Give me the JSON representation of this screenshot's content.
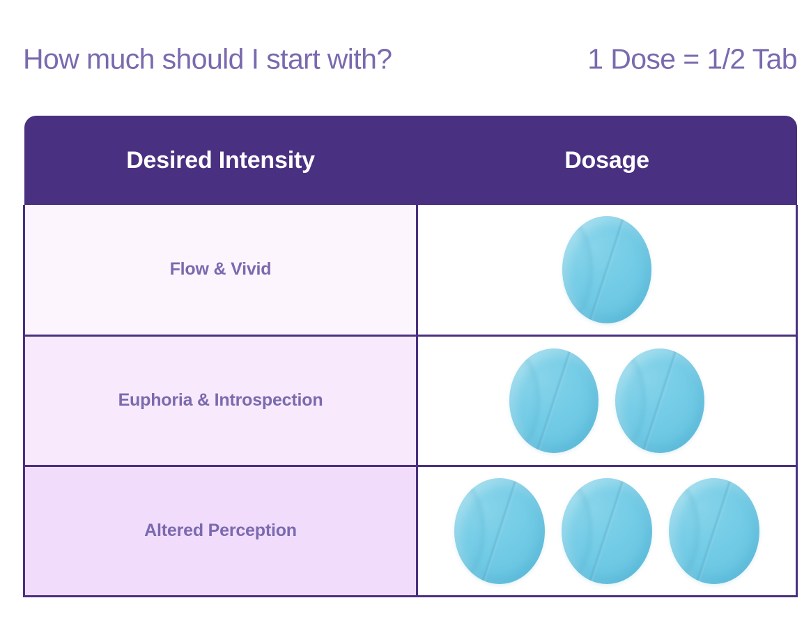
{
  "header": {
    "title": "How much should I start with?",
    "dose_note": "1 Dose = 1/2 Tab"
  },
  "table": {
    "columns": [
      {
        "key": "intensity",
        "label": "Desired Intensity"
      },
      {
        "key": "dosage",
        "label": "Dosage"
      }
    ],
    "rows": [
      {
        "intensity": "Flow & Vivid",
        "dose_count": 1
      },
      {
        "intensity": "Euphoria & Introspection",
        "dose_count": 2
      },
      {
        "intensity": "Altered Perception",
        "dose_count": 3
      }
    ]
  },
  "colors": {
    "header_purple": "#4a3080",
    "text_purple": "#7a6aae",
    "row_1_bg": "#fdf5fd",
    "row_2_bg": "#f8e9fc",
    "row_3_bg": "#f2dcfb",
    "pill_blue": "#74cce6",
    "page_bg": "#ffffff"
  },
  "icons": {
    "pill": "tablet-pill-icon"
  }
}
